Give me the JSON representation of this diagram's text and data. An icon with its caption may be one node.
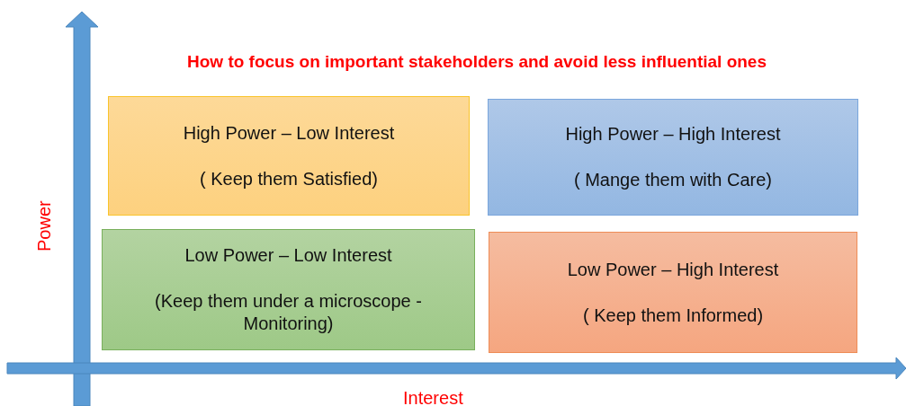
{
  "diagram": {
    "title": "How to focus on important stakeholders and avoid less influential ones",
    "nodes": [
      {
        "text": [
          "High Power – Low Interest",
          "( Keep them Satisfied)"
        ]
      },
      {
        "text": [
          "High Power – High Interest",
          "( Mange them with Care)"
        ]
      },
      {
        "text": [
          "Low Power – Low Interest",
          "(Keep them under a microscope - Monitoring)"
        ]
      },
      {
        "text": [
          "Low Power – High Interest",
          "( Keep them Informed)"
        ]
      }
    ],
    "labels": [
      "Power",
      "Interest"
    ]
  }
}
